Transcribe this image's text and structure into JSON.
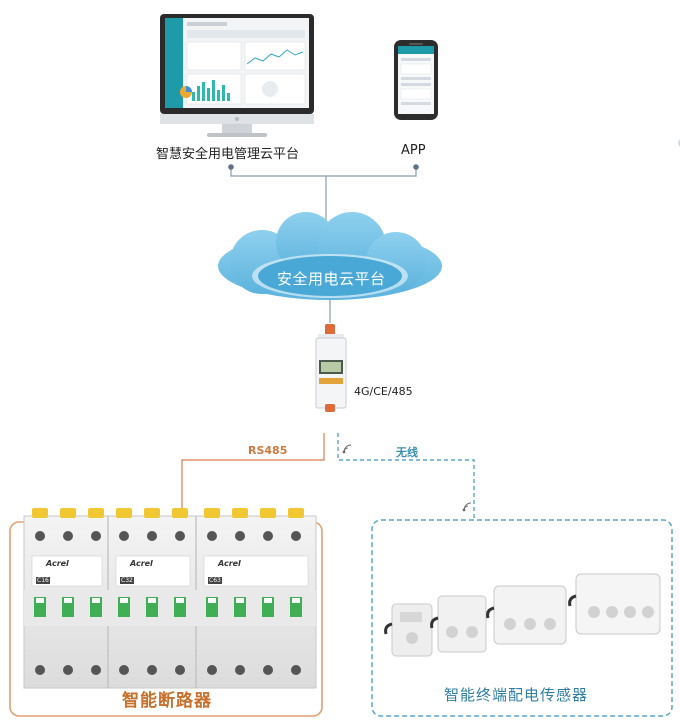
{
  "platform_label": "智慧安全用电管理云平台",
  "app_label": "APP",
  "cloud_label": "安全用电云平台",
  "gateway_label": "4G/CE/485",
  "rs485_label": "RS485",
  "wireless_label": "无线",
  "breaker_title": "智能断路器",
  "sensor_title": "智能终端配电传感器",
  "breaker_brand": "Acrel",
  "breaker_ratings": [
    "C16",
    "C32",
    "C63"
  ],
  "colors": {
    "rs485_line": "#e0906a",
    "wireless_line": "#5aa6c8",
    "breaker_frame": "#e3a070",
    "sensor_frame": "#5aa6c8",
    "cloud_fill": "#7cc6e8",
    "cloud_inner": "#bfe3f3",
    "connector": "#8a9bb0",
    "gateway_accent": "#e06a3a",
    "breaker_cap": "#f2c832",
    "breaker_switch": "#3fae55"
  },
  "icons": {
    "gateway_wireless": "wifi-signal-icon",
    "sensor_wireless": "wifi-signal-icon"
  }
}
